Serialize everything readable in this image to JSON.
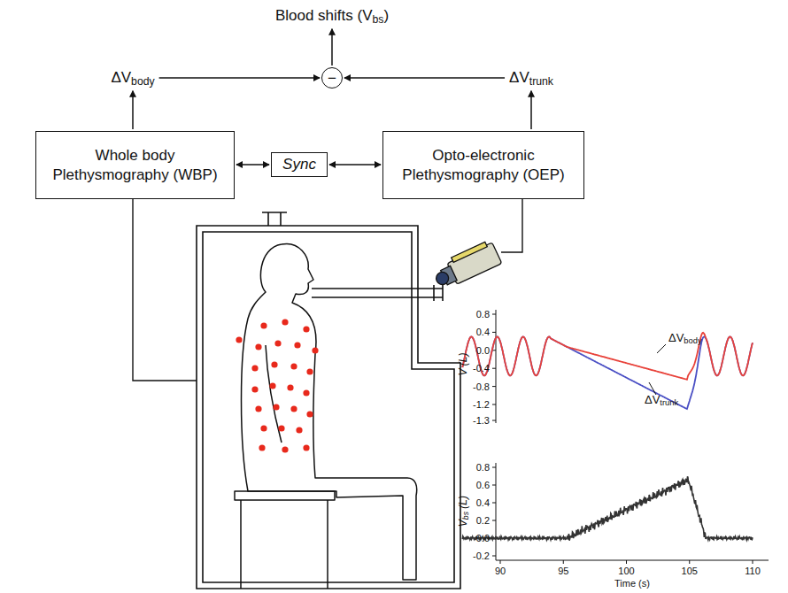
{
  "diagram": {
    "nodes": [
      {
        "text": [
          "Blood shifts (Vbs)"
        ]
      },
      {
        "text": [
          "ΔVbody"
        ]
      },
      {
        "text": [
          "−"
        ]
      },
      {
        "text": [
          "ΔVtrunk"
        ]
      },
      {
        "text": [
          "Whole body Plethysmography (WBP)"
        ]
      },
      {
        "text": [
          "Sync"
        ]
      },
      {
        "text": [
          "Opto-electronic Plethysmography (OEP)"
        ]
      }
    ],
    "edges": [
      {
        "from": 4,
        "to": 1,
        "arrow": "to"
      },
      {
        "from": 1,
        "to": 2,
        "arrow": "to"
      },
      {
        "from": 3,
        "to": 2,
        "arrow": "to"
      },
      {
        "from": 2,
        "to": 0,
        "arrow": "to"
      },
      {
        "from": 5,
        "to": 4,
        "arrow": "both"
      },
      {
        "from": 5,
        "to": 6,
        "arrow": "both"
      },
      {
        "from": 6,
        "to": 3,
        "arrow": "to"
      }
    ],
    "labels": [
      "0.8",
      "0.4",
      "0.0",
      "-0.4",
      "-0.8",
      "-1.2",
      "-1.3",
      "V (L)",
      "ΔVbody",
      "ΔVtrunk",
      "0.8",
      "0.6",
      "0.4",
      "0.2",
      "0.0",
      "-0.2",
      "Vbs (L)",
      "90",
      "95",
      "100",
      "105",
      "110",
      "Time (s)"
    ]
  }
}
